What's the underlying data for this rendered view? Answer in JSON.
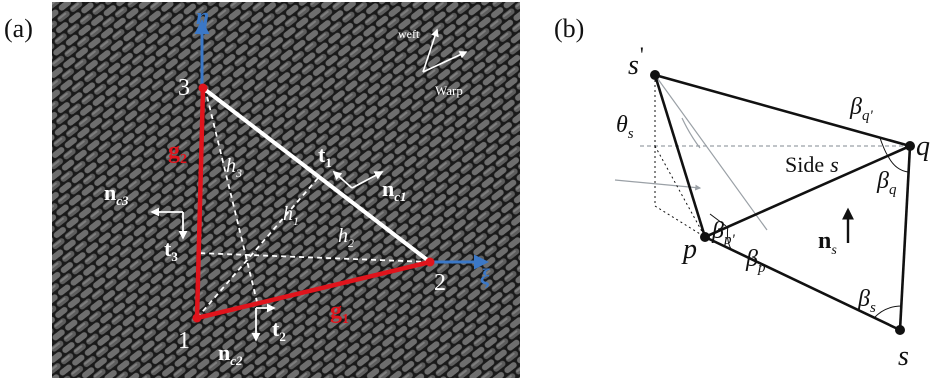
{
  "panel_a": {
    "label": "(a)",
    "axis_eta": "η",
    "axis_xi": "ξ",
    "orientation": {
      "weft": "weft",
      "warp": "Warp"
    },
    "nodes": {
      "n1": "1",
      "n2": "2",
      "n3": "3"
    },
    "edge_vectors": {
      "g1": "g",
      "g1_sub": "1",
      "g2": "g",
      "g2_sub": "2"
    },
    "heights": {
      "h1": "h",
      "h1_sub": "1",
      "h2": "h",
      "h2_sub": "2",
      "h3": "h",
      "h3_sub": "3"
    },
    "tangents": {
      "t1": "t",
      "t1_sub": "1",
      "t2": "t",
      "t2_sub": "2",
      "t3": "t",
      "t3_sub": "3"
    },
    "normals": {
      "nc1": "n",
      "nc1_sub": "c1",
      "nc2": "n",
      "nc2_sub": "c2",
      "nc3": "n",
      "nc3_sub": "c3"
    },
    "colors": {
      "fabric_dark": "#1a1a1a",
      "fabric_light": "#6a6a6a",
      "edge_red": "#e0141c",
      "axis_blue": "#3b78c7",
      "line_white": "#ffffff"
    }
  },
  "panel_b": {
    "label": "(b)",
    "vertices": {
      "s_prime": "s",
      "s_prime_mark": "'",
      "q": "q",
      "p": "p",
      "s": "s"
    },
    "angles": {
      "theta": "θ",
      "theta_sub": "s",
      "beta_q_prime": "β",
      "beta_q_prime_sub": "q'",
      "beta_q": "β",
      "beta_q_sub": "q",
      "beta_p_prime": "β",
      "beta_p_prime_sub": "p'",
      "beta_p": "β",
      "beta_p_sub": "p",
      "beta_s": "β",
      "beta_s_sub": "s"
    },
    "side_label": "Side",
    "side_label_var": "s",
    "normal": "n",
    "normal_sub": "s",
    "colors": {
      "edge": "#111111",
      "guide": "#9aa0a6"
    }
  }
}
